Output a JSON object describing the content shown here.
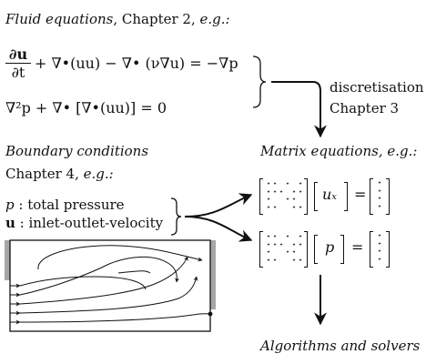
{
  "fluid": {
    "heading": "Fluid equations",
    "chapter": ", Chapter 2, ",
    "eg": "e.g.:",
    "eq1": {
      "num": "∂u",
      "den": "∂t",
      "rhs": "+ ∇•(uu) − ∇• (ν∇u) = −∇p"
    },
    "eq2": "∇²p + ∇• [∇•(uu)] = 0"
  },
  "arrow_label": {
    "line1": "discretisation",
    "line2": "Chapter 3"
  },
  "boundary": {
    "heading": "Boundary conditions",
    "chapter": "Chapter 4, ",
    "eg": "e.g.:",
    "p_sym": "p",
    "p_desc": " : total pressure",
    "u_sym": "u",
    "u_desc": " : inlet-outlet-velocity"
  },
  "matrix": {
    "heading": "Matrix equations, ",
    "eg": "e.g.:",
    "vec1": "uₓ",
    "vec2": "p",
    "equals": "=",
    "star": "⋆"
  },
  "algorithms": "Algorithms and solvers",
  "colors": {
    "ink": "#111111",
    "wall": "#a6a6a6"
  }
}
